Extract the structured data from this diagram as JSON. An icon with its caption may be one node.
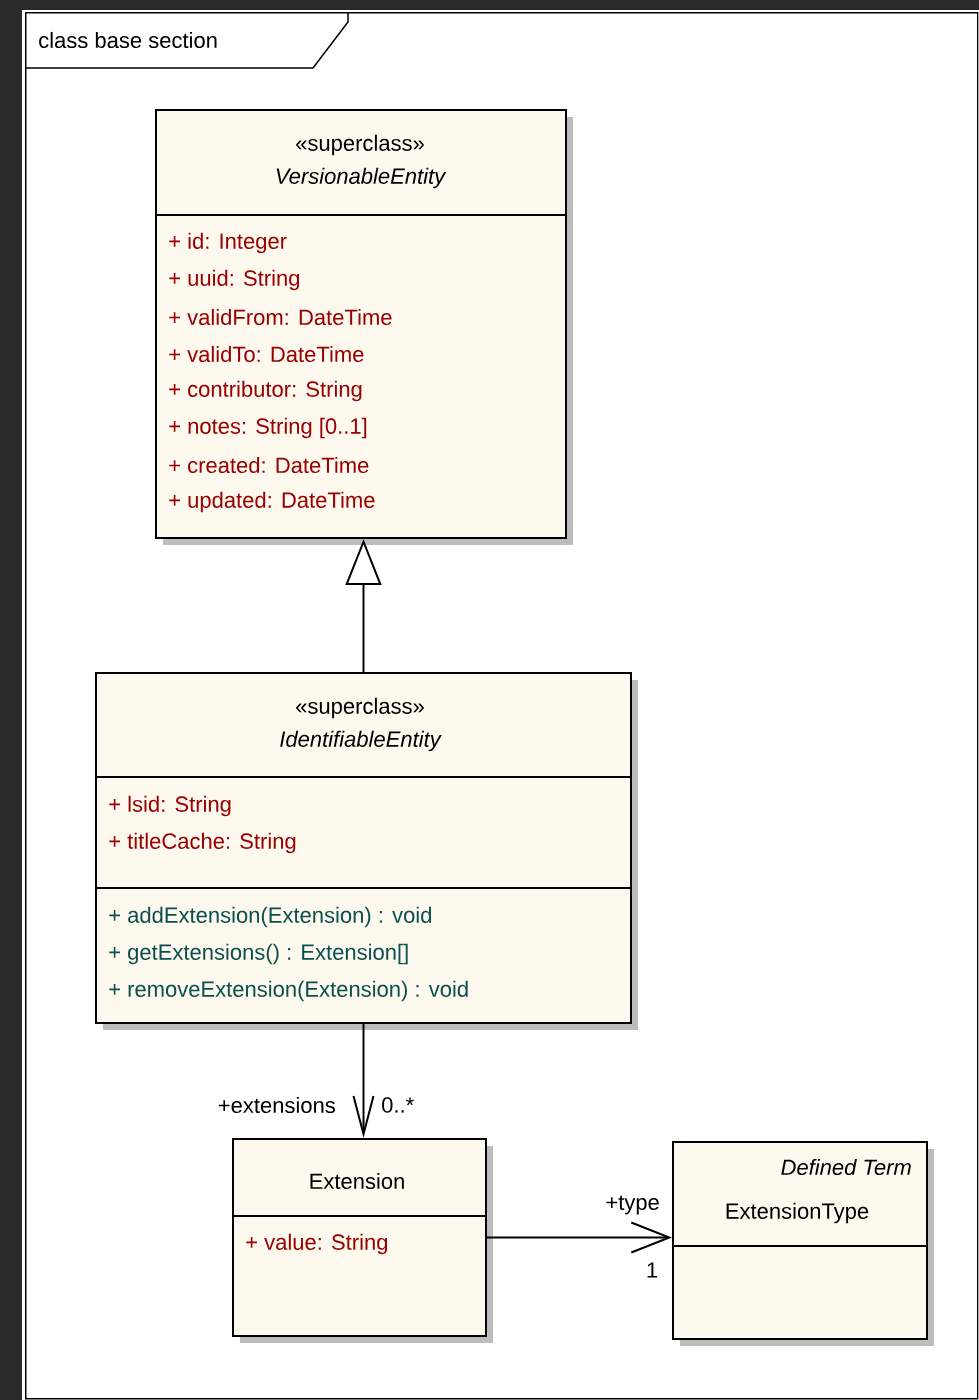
{
  "diagram": {
    "nodes": [
      {
        "text": [
          "class base section"
        ]
      },
      {
        "text": [
          "«superclass»",
          "VersionableEntity",
          "+ id: Integer",
          "+ uuid: String",
          "+ validFrom: DateTime",
          "+ validTo: DateTime",
          "+ contributor: String",
          "+ notes: String [0..1]",
          "+ created: DateTime",
          "+ updated: DateTime"
        ],
        "in": 0
      },
      {
        "text": [
          "«superclass»",
          "IdentifiableEntity",
          "+ lsid: String",
          "+ titleCache: String",
          "+ addExtension(Extension) : void",
          "+ getExtensions() : Extension[]",
          "+ removeExtension(Extension) : void"
        ],
        "in": 0
      },
      {
        "text": [
          "Extension",
          "+ value: String"
        ],
        "in": 0
      },
      {
        "text": [
          "Defined Term",
          "ExtensionType"
        ],
        "in": 0
      }
    ],
    "edges": [
      {
        "from": 2,
        "to": 1,
        "arrow": "to"
      },
      {
        "from": 2,
        "to": 3,
        "arrow": "to",
        "label": "+extensions"
      },
      {
        "from": 3,
        "to": 4,
        "arrow": "to",
        "label": "+type"
      }
    ],
    "labels": [
      "0..*",
      "1"
    ]
  }
}
